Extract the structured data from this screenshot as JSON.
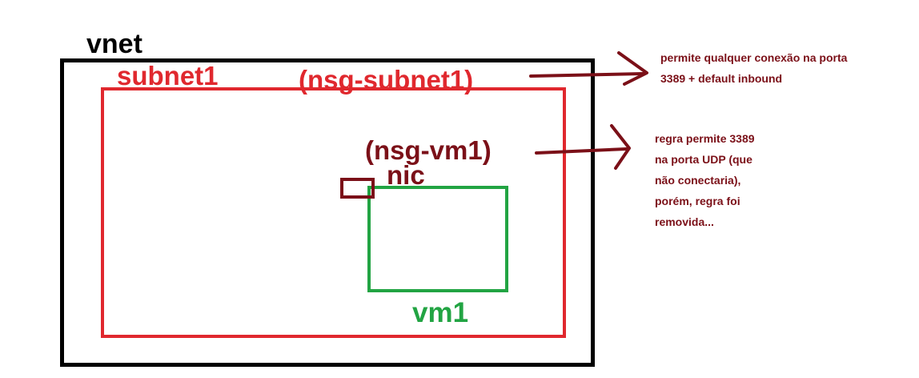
{
  "colors": {
    "vnet": "#000000",
    "subnet": "#e0282e",
    "nsg_subnet": "#e0282e",
    "nsg_vm": "#7b1018",
    "nic": "#7b1018",
    "vm": "#22a443",
    "arrow": "#7b1018",
    "note_text": "#7b1018"
  },
  "labels": {
    "vnet": "vnet",
    "subnet": "subnet1",
    "nsg_subnet": "(nsg-subnet1)",
    "nsg_vm": "(nsg-vm1)",
    "nic": "nic",
    "vm": "vm1"
  },
  "notes": {
    "subnet_rule": [
      "permite qualquer conexão na porta",
      "3389 + default inbound"
    ],
    "vm_rule": [
      "regra permite 3389",
      "na porta UDP (que",
      "não conectaria),",
      "porém, regra foi",
      "removida..."
    ]
  },
  "icons": {
    "arrow_subnet": "arrow-right-icon",
    "arrow_vm": "arrow-right-icon"
  }
}
